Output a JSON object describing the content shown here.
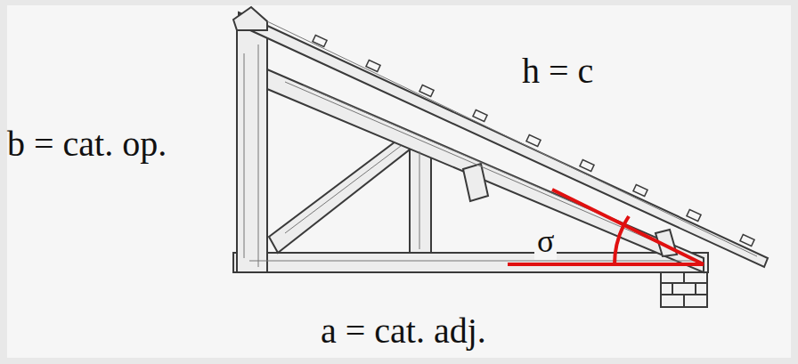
{
  "diagram": {
    "labels": [
      "h = c",
      "b = cat. op.",
      "σ",
      "a = cat. adj."
    ]
  }
}
